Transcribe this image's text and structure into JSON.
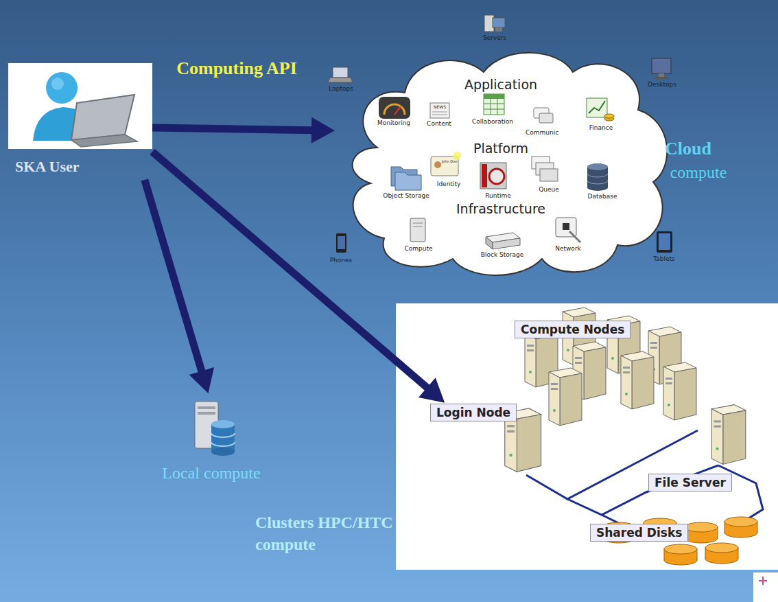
{
  "diagram": {
    "nodes": [
      {
        "text": [
          "SKA User"
        ]
      },
      {
        "text": [
          "Application",
          "Platform",
          "Infrastructure"
        ]
      },
      {
        "text": [
          "Local compute"
        ]
      },
      {
        "text": [
          "Clusters HPC/HTC compute"
        ]
      },
      {
        "text": [
          "Compute Nodes"
        ],
        "in": 3
      },
      {
        "text": [
          "Login Node"
        ],
        "in": 3
      },
      {
        "text": [
          "File Server"
        ],
        "in": 3
      },
      {
        "text": [
          "Shared Disks"
        ],
        "in": 3
      }
    ],
    "edges": [
      {
        "from": 0,
        "to": 1,
        "arrow": "to",
        "label": "Computing API"
      },
      {
        "from": 0,
        "to": 2,
        "arrow": "to"
      },
      {
        "from": 0,
        "to": 5,
        "arrow": "to"
      }
    ],
    "labels": [
      "Servers",
      "Laptops",
      "Desktops",
      "Monitoring",
      "NEWS",
      "Content",
      "Collaboration",
      "Communic",
      "Finance",
      "John Doe",
      "Object Storage",
      "Identity",
      "Runtime",
      "Queue",
      "Database",
      "Compute",
      "Block Storage",
      "Network",
      "Phones",
      "Tablets",
      "Cloud",
      "compute"
    ]
  }
}
